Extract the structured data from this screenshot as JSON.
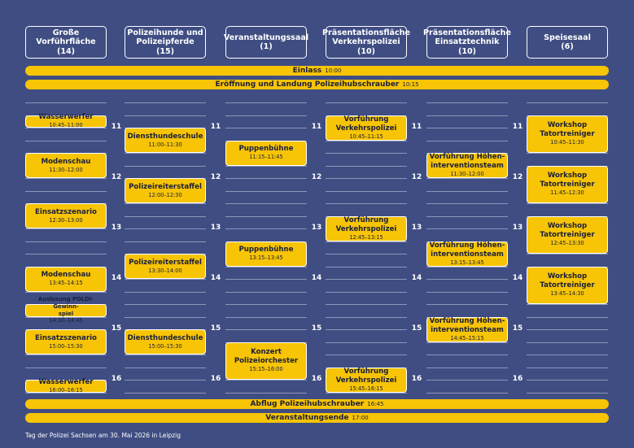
{
  "columns": [
    {
      "title": "Große\nVorführfläche",
      "count": "(14)"
    },
    {
      "title": "Polizeihunde und\nPolizeipferde",
      "count": "(15)"
    },
    {
      "title": "Veranstaltungssaal",
      "count": "(1)"
    },
    {
      "title": "Präsentationsfläche\nVerkehrspolizei",
      "count": "(10)"
    },
    {
      "title": "Präsentationsfläche\nEinsatztechnik",
      "count": "(10)"
    },
    {
      "title": "Speisesaal",
      "count": "(6)"
    }
  ],
  "bars": {
    "entry": {
      "label": "Einlass",
      "time": "10:00"
    },
    "opening": {
      "label": "Eröffnung und Landung Polizeihubschrauber",
      "time": "10:15"
    },
    "departure": {
      "label": "Abflug Polizeihubschrauber",
      "time": "16:45"
    },
    "end": {
      "label": "Veranstaltungsende",
      "time": "17:00"
    }
  },
  "hours": [
    "11",
    "12",
    "13",
    "14",
    "15",
    "16"
  ],
  "events": [
    {
      "col": 0,
      "start": "10:45",
      "end": "11:00",
      "title": "Wasserwerfer",
      "time": "10:45–11:00"
    },
    {
      "col": 0,
      "start": "11:30",
      "end": "12:00",
      "title": "Modenschau",
      "time": "11:30–12:00"
    },
    {
      "col": 0,
      "start": "12:30",
      "end": "13:00",
      "title": "Einsatzszenario",
      "time": "12:30–13:00"
    },
    {
      "col": 0,
      "start": "13:45",
      "end": "14:15",
      "title": "Modenschau",
      "time": "13:45–14:15"
    },
    {
      "col": 0,
      "start": "14:30",
      "end": "14:45",
      "title": "Auslosung POLDI-Gewinn-\nspiel",
      "time": "14:30–14:45",
      "small": true
    },
    {
      "col": 0,
      "start": "15:00",
      "end": "15:30",
      "title": "Einsatzszenario",
      "time": "15:00–15:30"
    },
    {
      "col": 0,
      "start": "16:00",
      "end": "16:15",
      "title": "Wasserwerfer",
      "time": "16:00–16:15"
    },
    {
      "col": 1,
      "start": "11:00",
      "end": "11:30",
      "title": "Diensthundeschule",
      "time": "11:00–11:30"
    },
    {
      "col": 1,
      "start": "12:00",
      "end": "12:30",
      "title": "Polizeireiterstaffel",
      "time": "12:00–12:30"
    },
    {
      "col": 1,
      "start": "13:30",
      "end": "14:00",
      "title": "Polizeireiterstaffel",
      "time": "13:30–14:00"
    },
    {
      "col": 1,
      "start": "15:00",
      "end": "15:30",
      "title": "Diensthundeschule",
      "time": "15:00–15:30"
    },
    {
      "col": 2,
      "start": "11:15",
      "end": "11:45",
      "title": "Puppenbühne",
      "time": "11:15–11:45"
    },
    {
      "col": 2,
      "start": "13:15",
      "end": "13:45",
      "title": "Puppenbühne",
      "time": "13:15–13:45"
    },
    {
      "col": 2,
      "start": "15:15",
      "end": "16:00",
      "title": "Konzert\nPolizeiorchester",
      "time": "15:15–16:00"
    },
    {
      "col": 3,
      "start": "10:45",
      "end": "11:15",
      "title": "Vorführung\nVerkehrspolizei",
      "time": "10:45–11:15"
    },
    {
      "col": 3,
      "start": "12:45",
      "end": "13:15",
      "title": "Vorführung\nVerkehrspolizei",
      "time": "12:45–13:15"
    },
    {
      "col": 3,
      "start": "15:45",
      "end": "16:15",
      "title": "Vorführung\nVerkehrspolizei",
      "time": "15:45–16:15"
    },
    {
      "col": 4,
      "start": "11:30",
      "end": "12:00",
      "title": "Vorführung Höhen-\ninterventionsteam",
      "time": "11:30–12:00"
    },
    {
      "col": 4,
      "start": "13:15",
      "end": "13:45",
      "title": "Vorführung Höhen-\ninterventionsteam",
      "time": "13:15–13:45"
    },
    {
      "col": 4,
      "start": "14:45",
      "end": "15:15",
      "title": "Vorführung Höhen-\ninterventionsteam",
      "time": "14:45–15:15"
    },
    {
      "col": 5,
      "start": "10:45",
      "end": "11:30",
      "title": "Workshop\nTatortreiniger",
      "time": "10:45–11:30"
    },
    {
      "col": 5,
      "start": "11:45",
      "end": "12:30",
      "title": "Workshop\nTatortreiniger",
      "time": "11:45–12:30"
    },
    {
      "col": 5,
      "start": "12:45",
      "end": "13:30",
      "title": "Workshop\nTatortreiniger",
      "time": "12:45–13:30"
    },
    {
      "col": 5,
      "start": "13:45",
      "end": "14:30",
      "title": "Workshop\nTatortreiniger",
      "time": "13:45–14:30"
    }
  ],
  "footer": "Tag der Polizei Sachsen am 30. Mai 2026 in Leipzig",
  "colors": {
    "background": "#3f4d82",
    "accent": "#f7c406",
    "text": "#1a1f3a",
    "line": "#8d96ba"
  }
}
